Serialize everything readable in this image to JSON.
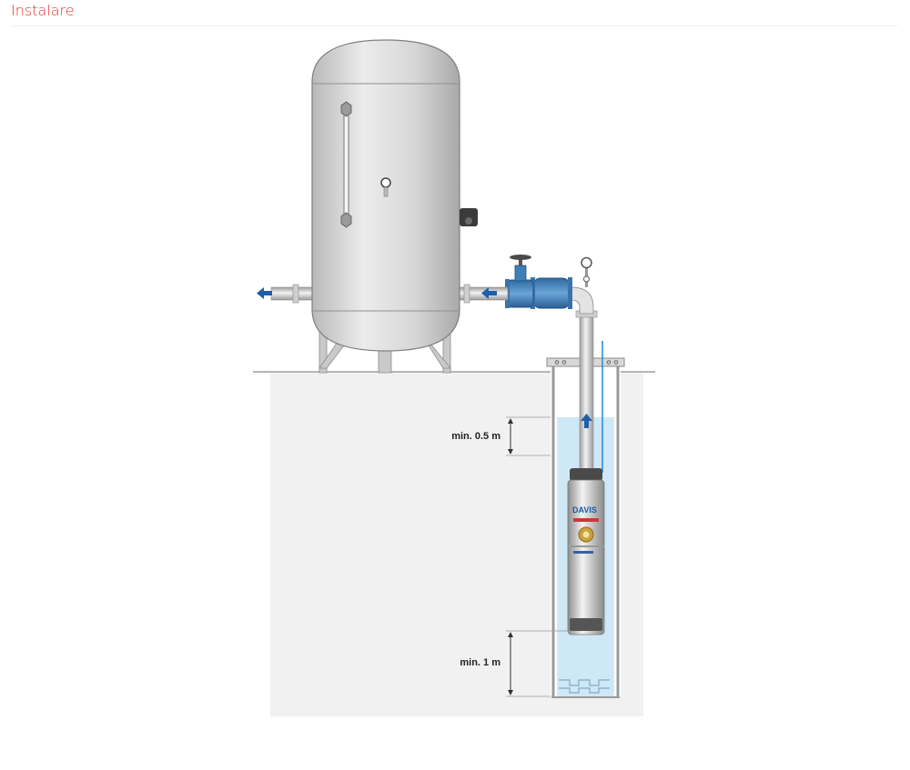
{
  "header": {
    "title": "Instalare"
  },
  "diagram": {
    "labels": {
      "min_submersion": "min. 0.5 m",
      "min_bottom_clearance": "min. 1 m"
    },
    "pump_brand": "DAVIS",
    "colors": {
      "title": "#e0332e",
      "tank": "#dcdcdc",
      "ground": "#f0f0f0",
      "water": "#cfe8f6",
      "valve": "#3f7fb8",
      "arrow": "#1f5ea8"
    }
  }
}
